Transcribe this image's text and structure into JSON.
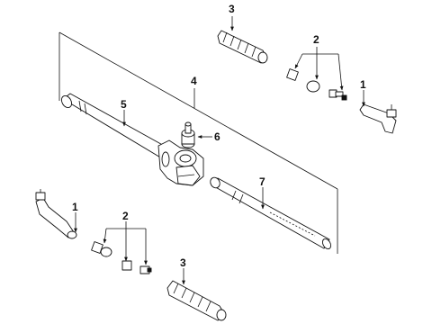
{
  "callouts": {
    "tie_rod_end_right": "1",
    "tie_rod_end_left": "1",
    "boot_clamps_upper": "2",
    "boot_clamps_lower": "2",
    "boot_upper": "3",
    "boot_lower": "3",
    "rack_assembly": "4",
    "gear_housing": "5",
    "pinion_valve": "6",
    "rack_shaft": "7"
  },
  "icons": {
    "arrow": "arrowhead-icon"
  }
}
